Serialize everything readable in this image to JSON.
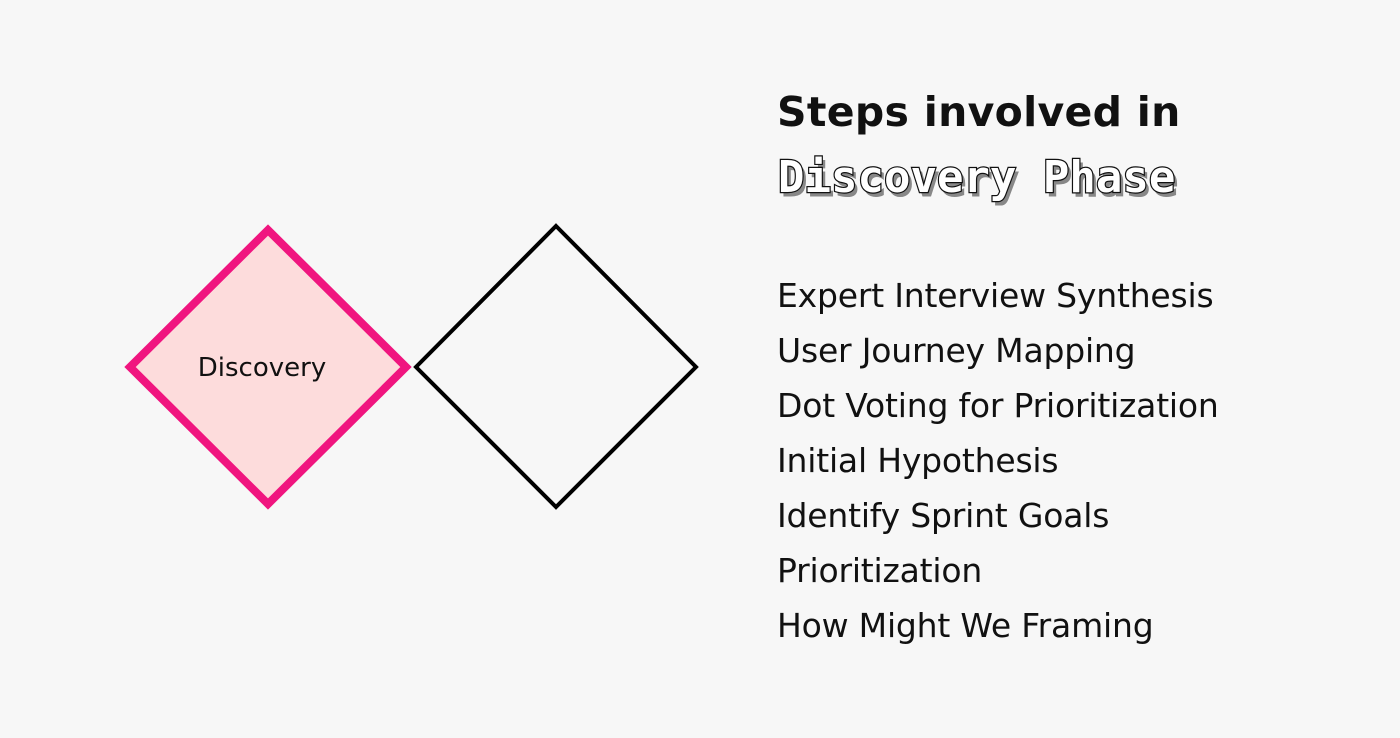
{
  "diagram": {
    "phases": [
      {
        "label": "Discovery",
        "highlighted": true
      },
      {
        "label": "",
        "highlighted": false
      }
    ],
    "colors": {
      "highlight_stroke": "#f0157f",
      "highlight_fill": "#fddcdc",
      "default_stroke": "#000000",
      "background": "#f7f7f7"
    }
  },
  "panel": {
    "heading": "Steps involved in",
    "phase_title": "Discovery Phase",
    "steps": [
      "Expert Interview Synthesis",
      "User Journey Mapping",
      "Dot Voting for Prioritization",
      "Initial Hypothesis",
      "Identify Sprint Goals",
      "Prioritization",
      "How Might We Framing"
    ]
  }
}
